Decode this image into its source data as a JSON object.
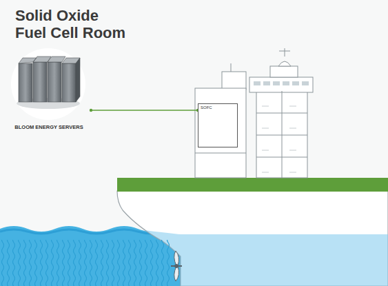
{
  "diagram": {
    "title": "Solid Oxide Fuel Cell Room",
    "nodes": [
      {
        "text": [
          "BLOOM ENERGY SERVERS"
        ]
      },
      {
        "text": [
          "SOFC"
        ]
      }
    ],
    "edges": [
      {
        "from": 0,
        "to": 1,
        "arrow": "none"
      }
    ]
  }
}
